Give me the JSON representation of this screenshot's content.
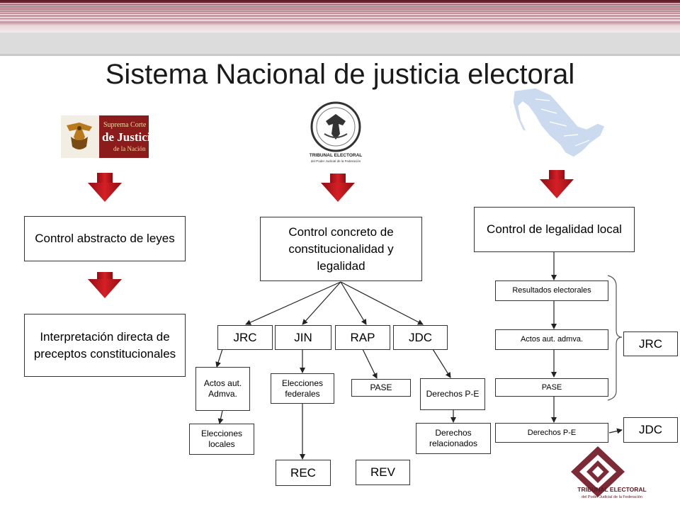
{
  "title": "Sistema Nacional de justicia electoral",
  "colors": {
    "arrow_red": "#c8161d",
    "brand_maroon": "#7b2a36"
  },
  "logos": {
    "scjn": {
      "line1": "Suprema Corte",
      "line2": "de Justicia",
      "line3": "de la Nación"
    },
    "tribunal_top": {
      "line1": "TRIBUNAL ELECTORAL",
      "line2": "del Poder Judicial de la Federación"
    },
    "tribunal_bottom": {
      "line1": "TRIBUNAL ELECTORAL",
      "line2": "del Poder Judicial de la Federación"
    }
  },
  "left": {
    "box1": "Control abstracto de leyes",
    "box2": "Interpretación directa de preceptos constitucionales"
  },
  "center": {
    "main": "Control concreto de constitucionalidad y legalidad",
    "jrc": "JRC",
    "jin": "JIN",
    "rap": "RAP",
    "jdc": "JDC",
    "actos": "Actos aut. Admva.",
    "elecciones_locales": "Elecciones locales",
    "elecciones_federales": "Elecciones federales",
    "pase": "PASE",
    "derechos_pe": "Derechos P-E",
    "derechos_rel": "Derechos relacionados",
    "rec": "REC",
    "rev": "REV"
  },
  "right": {
    "main": "Control de legalidad local",
    "resultados": "Resultados electorales",
    "actos": "Actos aut. admva.",
    "pase": "PASE",
    "derechos": "Derechos P-E",
    "jrc": "JRC",
    "jdc": "JDC"
  }
}
